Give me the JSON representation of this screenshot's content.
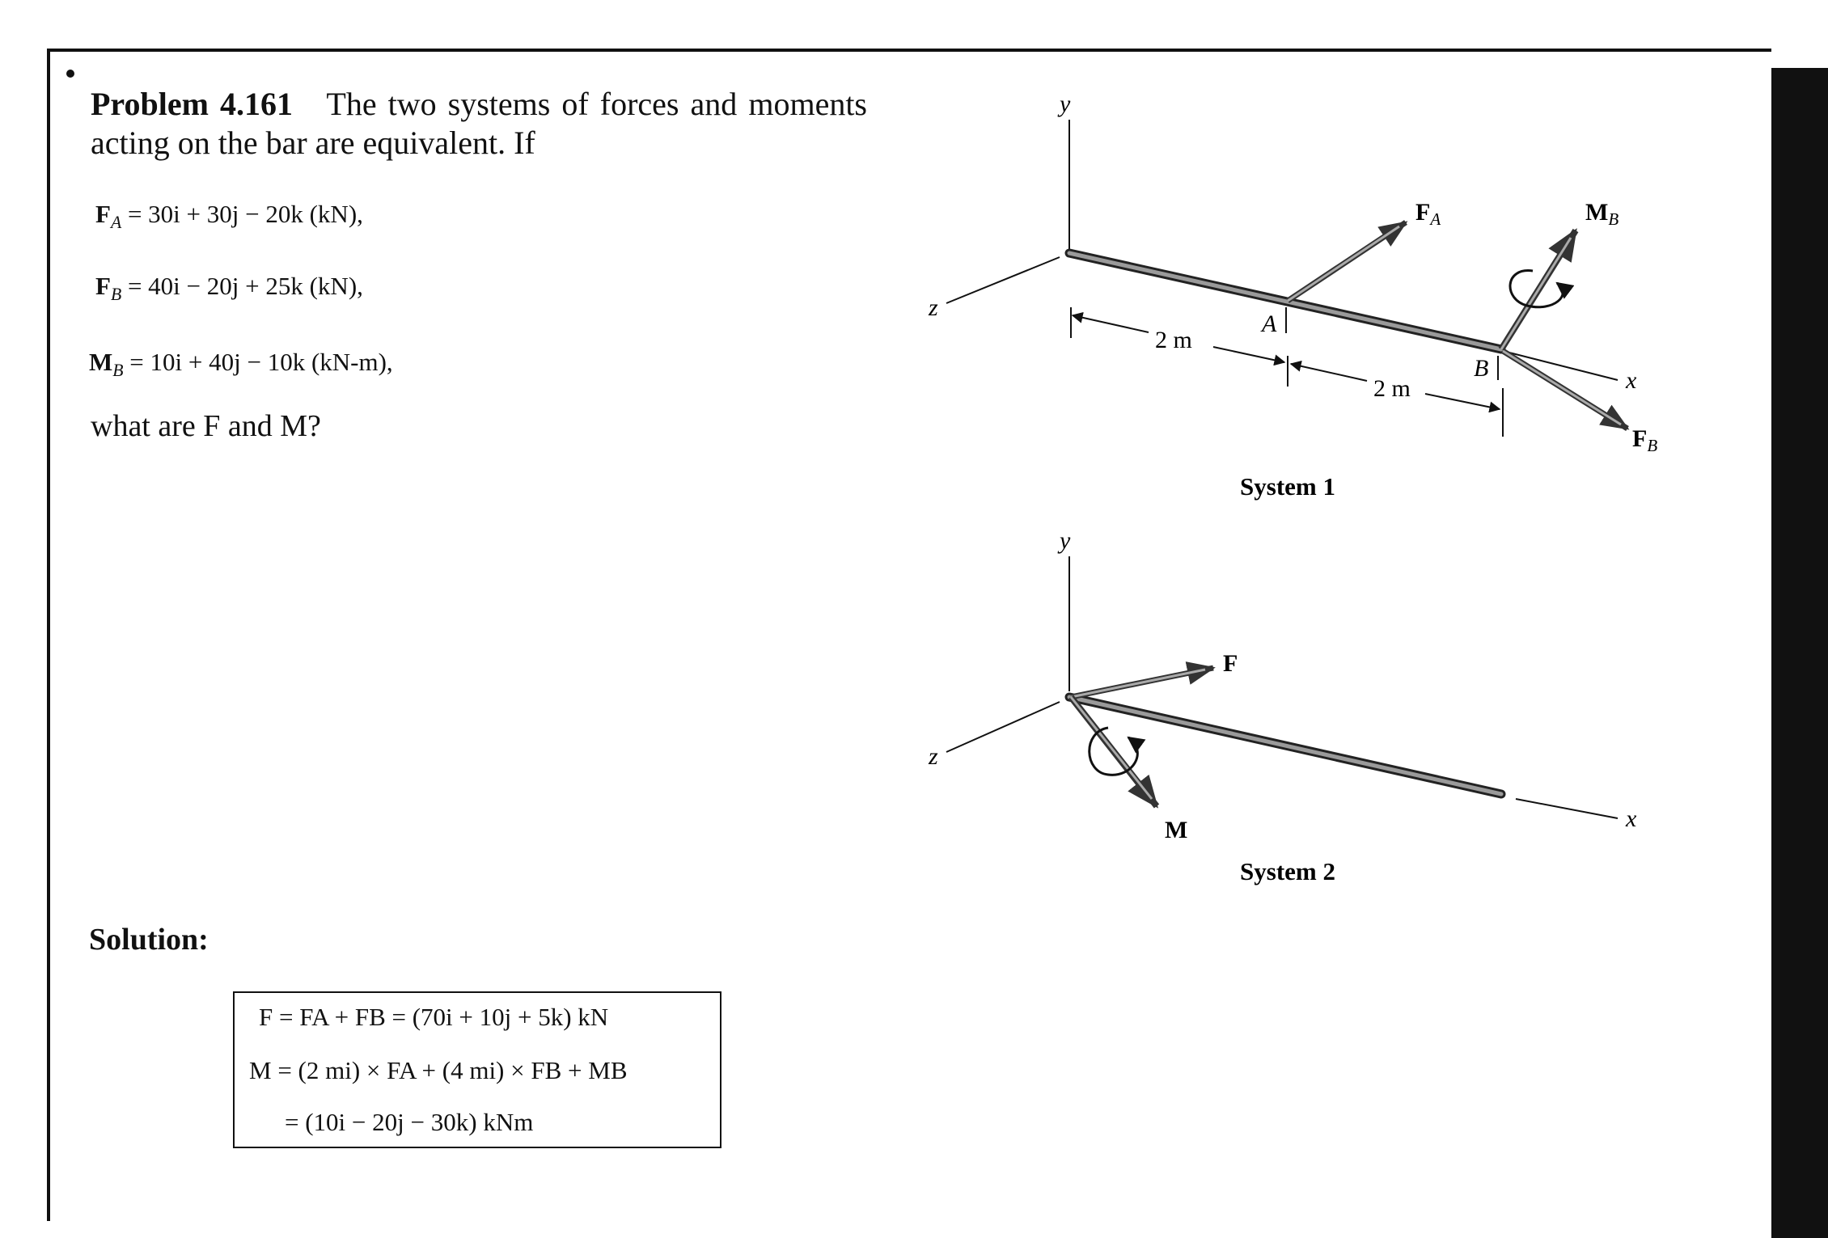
{
  "problem": {
    "number": "Problem 4.161",
    "statement": "The two systems of forces and moments acting on the bar are equivalent. If"
  },
  "given": {
    "fa": {
      "sym": "F",
      "sub": "A",
      "rhs": "= 30i + 30j − 20k (kN),"
    },
    "fb": {
      "sym": "F",
      "sub": "B",
      "rhs": "= 40i − 20j + 25k (kN),"
    },
    "mb": {
      "sym": "M",
      "sub": "B",
      "rhs": "= 10i + 40j − 10k (kN-m),"
    }
  },
  "question": "what are F and M?",
  "solution": {
    "heading": "Solution:",
    "line1": "F = FA + FB = (70i + 10j + 5k) kN",
    "line2": "M = (2 mi) × FA + (4 mi) × FB + MB",
    "line3": "= (10i − 20j − 30k) kNm"
  },
  "system1": {
    "caption": "System 1",
    "y_label": "y",
    "z_label": "z",
    "x_label": "x",
    "point_a": "A",
    "point_b": "B",
    "dim1": "2 m",
    "dim2": "2 m",
    "fa_label": "F",
    "fa_sub": "A",
    "fb_label": "F",
    "fb_sub": "B",
    "mb_label": "M",
    "mb_sub": "B"
  },
  "system2": {
    "caption": "System 2",
    "y_label": "y",
    "z_label": "z",
    "x_label": "x",
    "f_label": "F",
    "m_label": "M"
  }
}
